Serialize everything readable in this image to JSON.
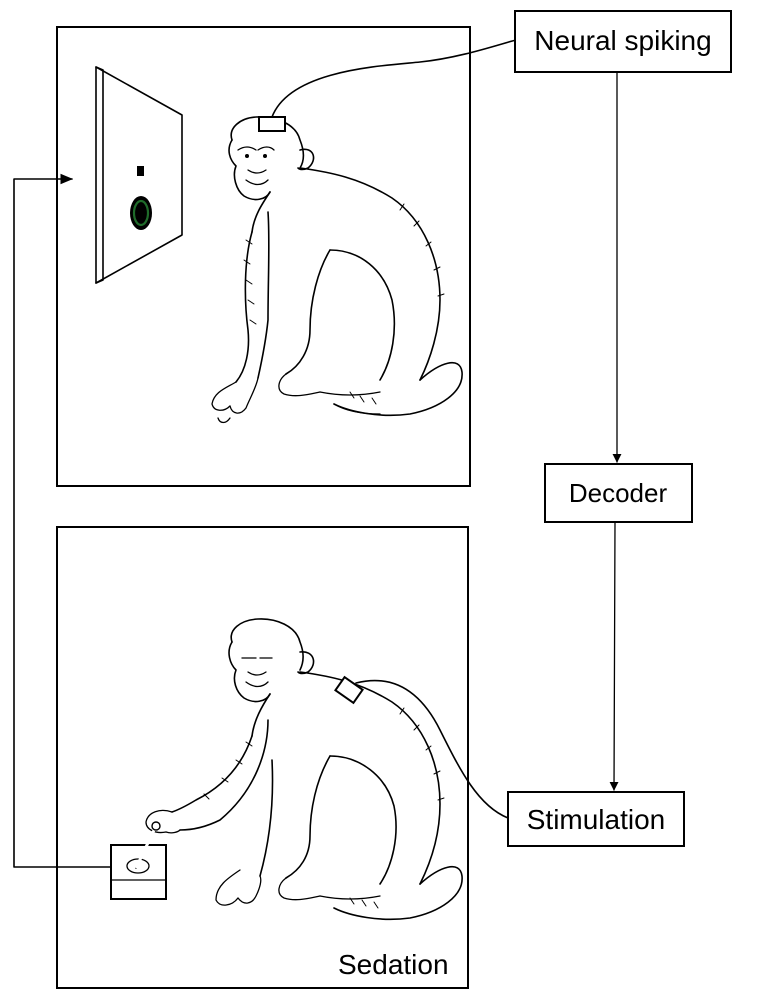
{
  "diagram": {
    "nodes": {
      "neural_spiking": "Neural spiking",
      "decoder": "Decoder",
      "stimulation": "Stimulation"
    },
    "panel_bottom_label": "Sedation",
    "colors": {
      "stroke": "#000000",
      "background": "#ffffff",
      "target_ring": "#1f6b2a"
    }
  }
}
